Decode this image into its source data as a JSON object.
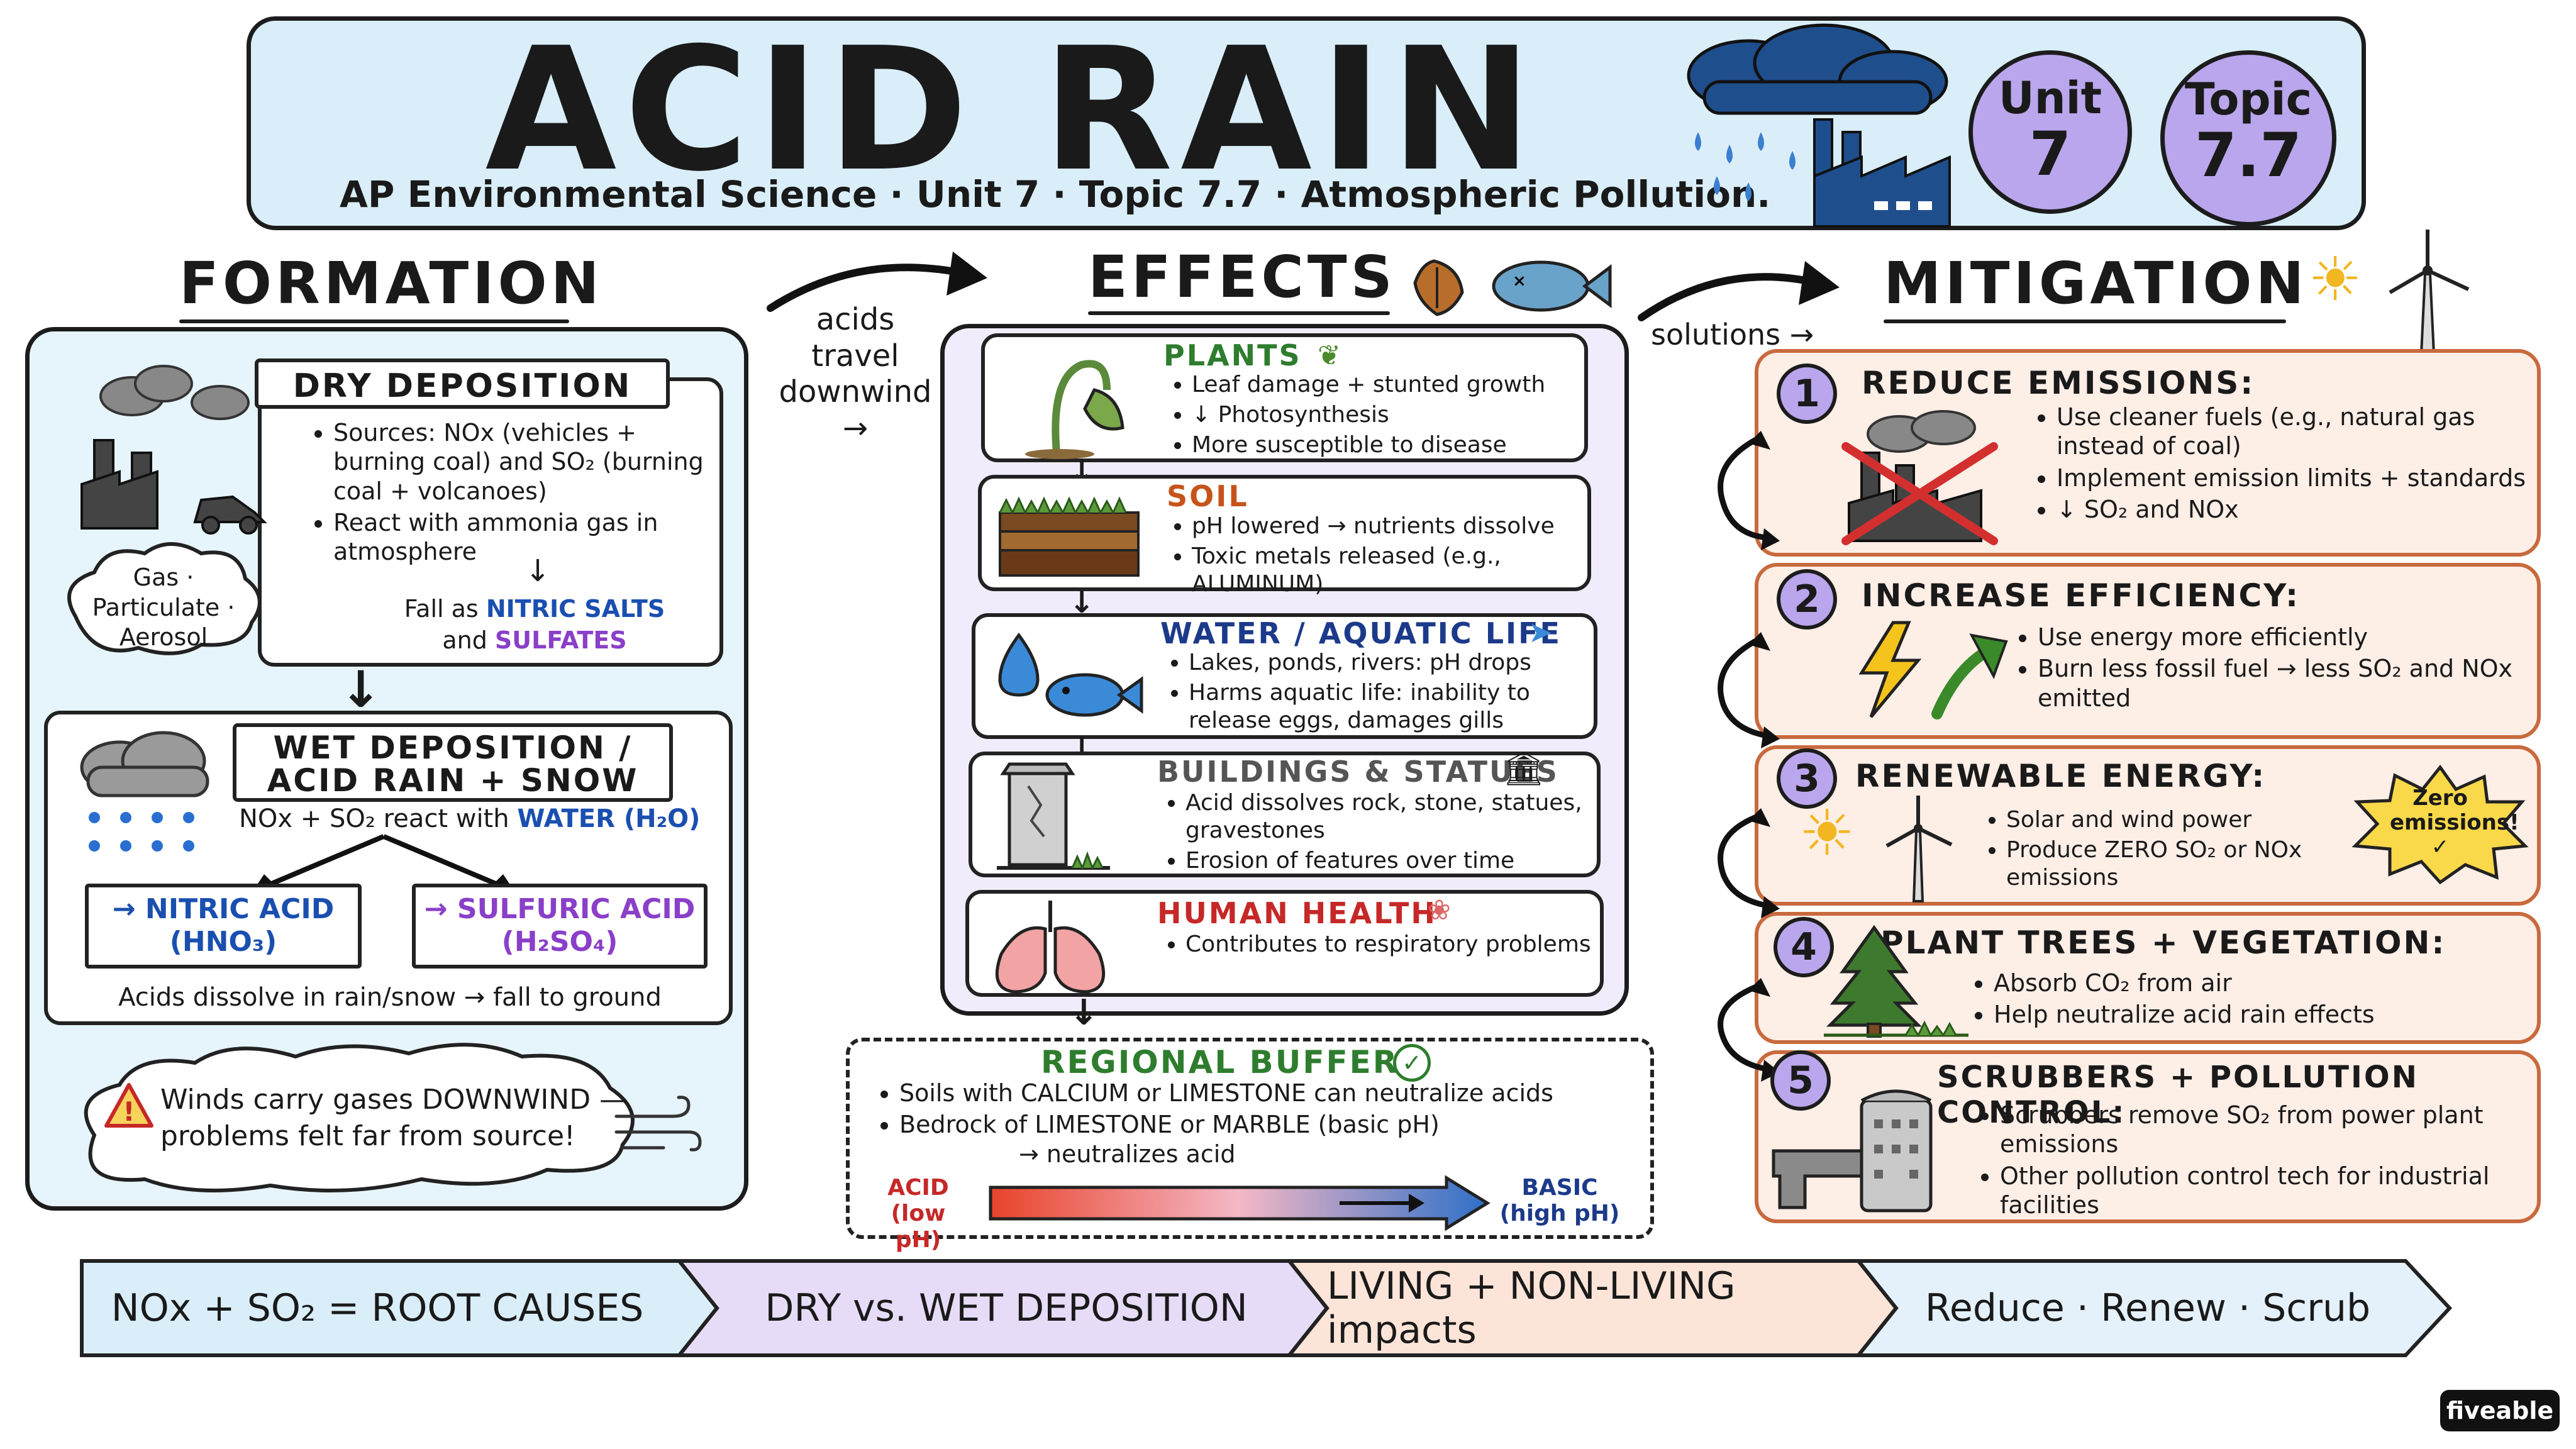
{
  "header": {
    "title": "ACID RAIN",
    "subtitle": "AP Environmental Science · Unit 7 · Topic 7.7 · Atmospheric Pollution.",
    "unit_badge": {
      "line1": "Unit",
      "line2": "7"
    },
    "topic_badge": {
      "line1": "Topic",
      "line2": "7.7"
    }
  },
  "formation": {
    "title": "FORMATION",
    "dry": {
      "label": "DRY DEPOSITION",
      "b1": "Sources: NOx (vehicles + burning coal) and SO₂ (burning coal + volcanoes)",
      "b2": "React with ammonia gas in atmosphere",
      "fall_prefix": "Fall as",
      "nitric_salts": "NITRIC SALTS",
      "and": "and",
      "sulfates": "SULFATES",
      "cloud": "Gas · Particulate · Aerosol"
    },
    "wet": {
      "label_l1": "WET DEPOSITION /",
      "label_l2": "ACID RAIN + SNOW",
      "react_prefix": "NOx + SO₂ react with",
      "water": "WATER (H₂O)",
      "nitric_l1": "→ NITRIC ACID",
      "nitric_l2": "(HNO₃)",
      "sulfuric_l1": "→ SULFURIC ACID",
      "sulfuric_l2": "(H₂SO₄)",
      "footer": "Acids dissolve in rain/snow → fall to ground"
    },
    "winds": {
      "l1": "Winds carry gases DOWNWIND —",
      "l2": "problems felt far from source!"
    }
  },
  "arrow_labels": {
    "acids_travel": [
      "acids",
      "travel",
      "downwind →"
    ],
    "solutions": "solutions →"
  },
  "effects": {
    "title": "EFFECTS",
    "plants": {
      "label": "PLANTS",
      "b1": "Leaf damage + stunted growth",
      "b2": "↓ Photosynthesis",
      "b3": "More susceptible to disease"
    },
    "soil": {
      "label": "SOIL",
      "b1": "pH lowered → nutrients dissolve",
      "b2": "Toxic metals released (e.g., ALUMINUM)"
    },
    "water": {
      "label": "WATER / AQUATIC LIFE",
      "b1": "Lakes, ponds, rivers: pH drops",
      "b2": "Harms aquatic life: inability to release eggs, damages gills"
    },
    "buildings": {
      "label": "BUILDINGS & STATUES",
      "b1": "Acid dissolves rock, stone, statues, gravestones",
      "b2": "Erosion of features over time"
    },
    "health": {
      "label": "HUMAN HEALTH",
      "b1": "Contributes to respiratory problems"
    },
    "buffer": {
      "label": "REGIONAL BUFFER",
      "b1": "Soils with CALCIUM or LIMESTONE can neutralize acids",
      "b2": "Bedrock of LIMESTONE or MARBLE (basic pH)",
      "b2b": "→ neutralizes acid",
      "acid_l1": "ACID",
      "acid_l2": "(low pH)",
      "basic_l1": "BASIC",
      "basic_l2": "(high pH)"
    }
  },
  "mitigation": {
    "title": "MITIGATION",
    "items": [
      {
        "num": "1",
        "label": "REDUCE EMISSIONS:",
        "b1": "Use cleaner fuels (e.g., natural gas instead of coal)",
        "b2": "Implement emission limits + standards",
        "b3": "↓ SO₂ and NOx"
      },
      {
        "num": "2",
        "label": "INCREASE EFFICIENCY:",
        "b1": "Use energy more efficiently",
        "b2": "Burn less fossil fuel → less SO₂ and NOx emitted"
      },
      {
        "num": "3",
        "label": "RENEWABLE ENERGY:",
        "b1": "Solar and wind power",
        "b2": "Produce ZERO SO₂ or NOx emissions",
        "badge": "Zero emissions!✓"
      },
      {
        "num": "4",
        "label": "PLANT TREES + VEGETATION:",
        "b1": "Absorb CO₂ from air",
        "b2": "Help neutralize acid rain effects"
      },
      {
        "num": "5",
        "label": "SCRUBBERS + POLLUTION CONTROL:",
        "b1": "Scrubbers remove SO₂ from power plant emissions",
        "b2": "Other pollution control tech for industrial facilities"
      }
    ]
  },
  "banner": [
    "NOx + SO₂ = ROOT CAUSES",
    "DRY vs. WET DEPOSITION",
    "LIVING + NON-LIVING impacts",
    "Reduce · Renew · Scrub"
  ],
  "brand": "fiveable",
  "colors": {
    "header_bg": "#d9eef8",
    "formation_bg": "#e6f4fb",
    "effects_bg": "#f1ecfb",
    "mitigation_bg": "#fdeee6",
    "badge": "#b9a6ec",
    "accent_blue": "#1a4fb0",
    "accent_purple": "#8a3fc8"
  }
}
